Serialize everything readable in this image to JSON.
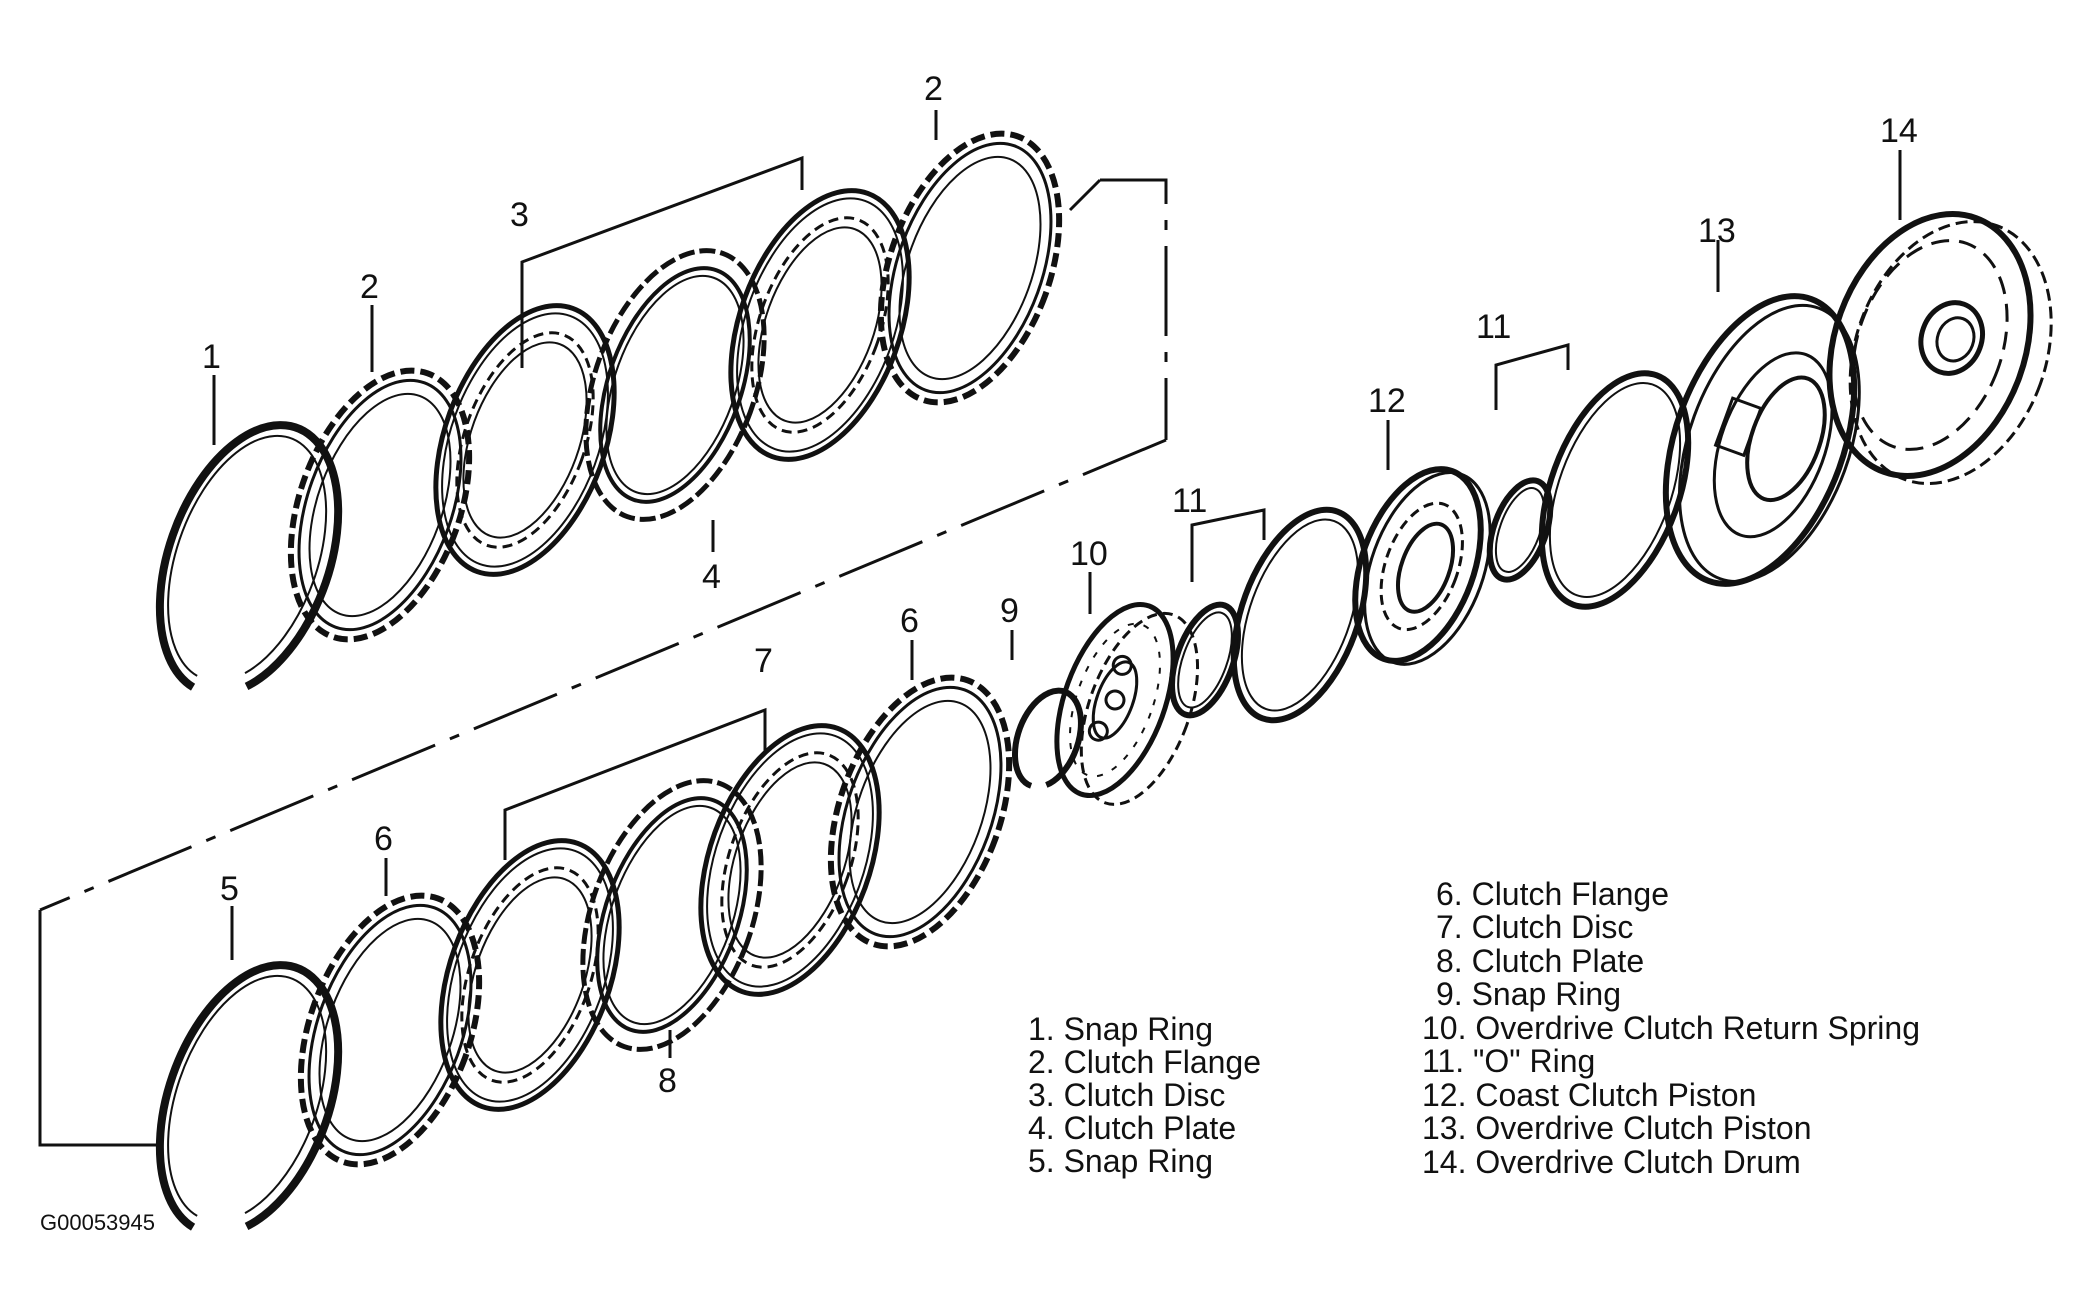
{
  "callouts": [
    "1",
    "2",
    "3",
    "4",
    "2",
    "5",
    "6",
    "7",
    "8",
    "6",
    "9",
    "10",
    "11",
    "12",
    "11",
    "13",
    "14"
  ],
  "legend_left": [
    "1. Snap Ring",
    "2. Clutch Flange",
    "3. Clutch Disc",
    "4. Clutch Plate",
    "5. Snap Ring"
  ],
  "legend_right": [
    "6. Clutch Flange",
    "7. Clutch Disc",
    "8. Clutch Plate",
    "9. Snap Ring",
    "10. Overdrive Clutch Return Spring",
    "11. \"O\" Ring",
    "12. Coast Clutch Piston",
    "13. Overdrive Clutch Piston",
    "14. Overdrive Clutch Drum"
  ],
  "figure_id": "G00053945"
}
